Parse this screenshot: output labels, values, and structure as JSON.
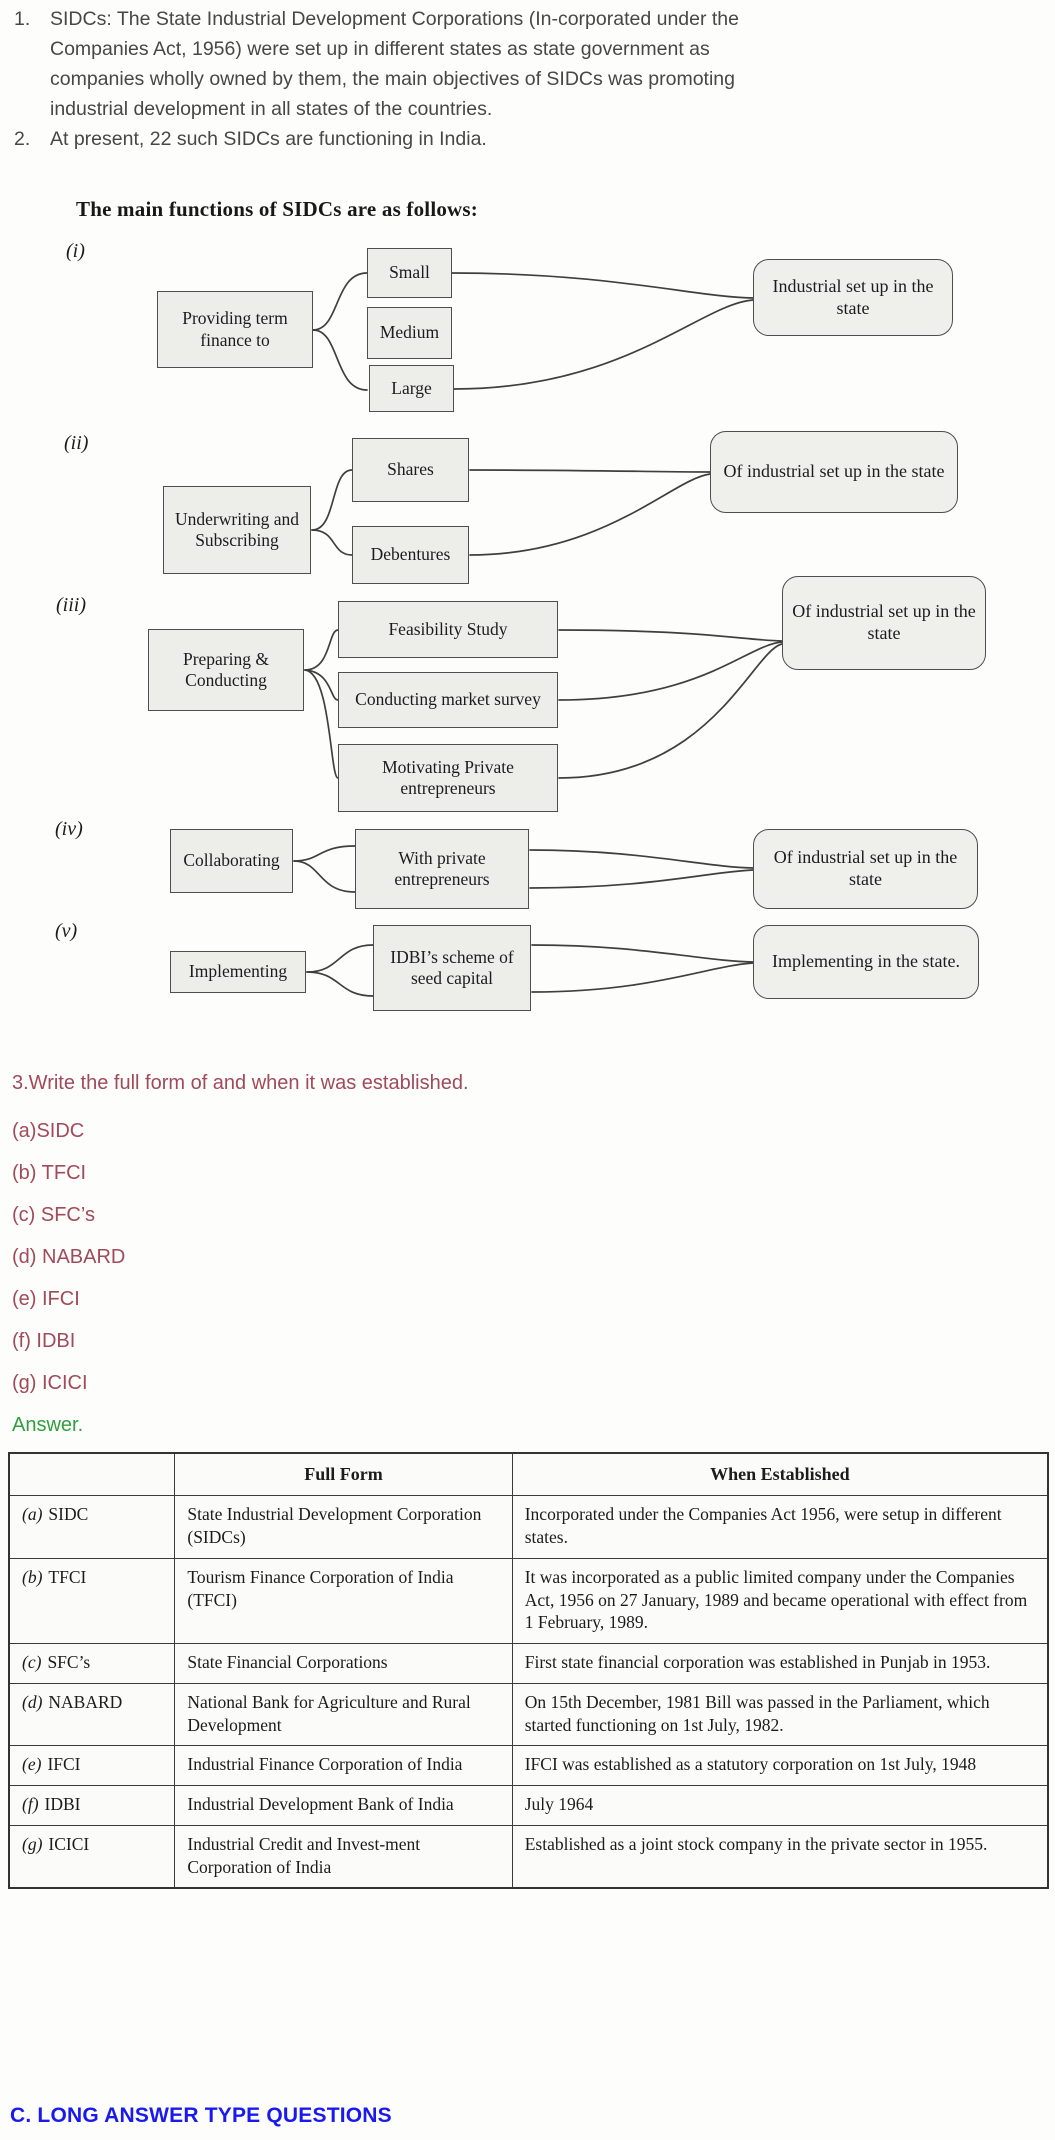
{
  "intro": {
    "items": [
      {
        "number": "1.",
        "text": "SIDCs: The State Industrial Development Corporations (In-corporated under the Companies Act, 1956) were set up in different states as state government as companies wholly owned by them, the main objectives of SIDCs was promoting industrial development in all states of the countries."
      },
      {
        "number": "2.",
        "text": "At present, 22 such SIDCs are functioning in India."
      }
    ]
  },
  "diagram": {
    "title": "The main functions of SIDCs are as follows:",
    "rows": [
      {
        "label": "(i)",
        "source": "Providing term finance to",
        "middle": [
          "Small",
          "Medium",
          "Large"
        ],
        "target": "Industrial set up in the state"
      },
      {
        "label": "(ii)",
        "source": "Underwriting and Subscribing",
        "middle": [
          "Shares",
          "Debentures"
        ],
        "target": "Of industrial set up in the state"
      },
      {
        "label": "(iii)",
        "source": "Preparing & Conducting",
        "middle": [
          "Feasibility Study",
          "Conducting market survey",
          "Motivating Private entrepreneurs"
        ],
        "target": "Of industrial set up in the state"
      },
      {
        "label": "(iv)",
        "source": "Collaborating",
        "middle": [
          "With private entrepreneurs"
        ],
        "target": "Of industrial set up in the state"
      },
      {
        "label": "(v)",
        "source": "Implementing",
        "middle": [
          "IDBI’s scheme of seed capital"
        ],
        "target": "Implementing in the state."
      }
    ]
  },
  "question": {
    "heading": "3.Write the full form of and when it was established.",
    "options": [
      "(a)SIDC",
      "(b) TFCI",
      "(c) SFC’s",
      "(d) NABARD",
      "(e) IFCI",
      "(f) IDBI",
      "(g) ICICI"
    ],
    "answer_label": "Answer."
  },
  "table": {
    "headers": {
      "full_form": "Full Form",
      "when_established": "When Established"
    },
    "rows": [
      {
        "letter": "(a)",
        "acronym": "SIDC",
        "full_form": "State Industrial Development Corporation (SIDCs)",
        "established": "Incorporated under the Companies Act 1956, were setup in different states."
      },
      {
        "letter": "(b)",
        "acronym": "TFCI",
        "full_form": "Tourism Finance Corporation of India (TFCI)",
        "established": "It was incorporated as a public limited company under the Companies Act, 1956 on 27 January, 1989 and became operational with effect from 1 February, 1989."
      },
      {
        "letter": "(c)",
        "acronym": "SFC’s",
        "full_form": "State Financial Corporations",
        "established": "First state financial corporation was established in Punjab in 1953."
      },
      {
        "letter": "(d)",
        "acronym": "NABARD",
        "full_form": "National Bank for Agriculture and Rural Development",
        "established": "On 15th December, 1981 Bill was passed in the Parliament, which started functioning on 1st July, 1982."
      },
      {
        "letter": "(e)",
        "acronym": "IFCI",
        "full_form": "Industrial Finance Corporation of India",
        "established": "IFCI was established as a statutory corporation on 1st July, 1948"
      },
      {
        "letter": "(f)",
        "acronym": "IDBI",
        "full_form": "Industrial Development Bank of India",
        "established": "July 1964"
      },
      {
        "letter": "(g)",
        "acronym": "ICICI",
        "full_form": "Industrial Credit and Invest-ment Corporation of India",
        "established": "Established as a joint stock company in the private sector in 1955."
      }
    ]
  },
  "footer": {
    "text": "C. LONG ANSWER TYPE QUESTIONS"
  },
  "colors": {
    "question_text": "#a04a5a",
    "answer_green": "#2e9e3f",
    "footer_blue": "#1a1aee",
    "box_fill": "#ededea",
    "connector_line": "#3f3f3f"
  }
}
